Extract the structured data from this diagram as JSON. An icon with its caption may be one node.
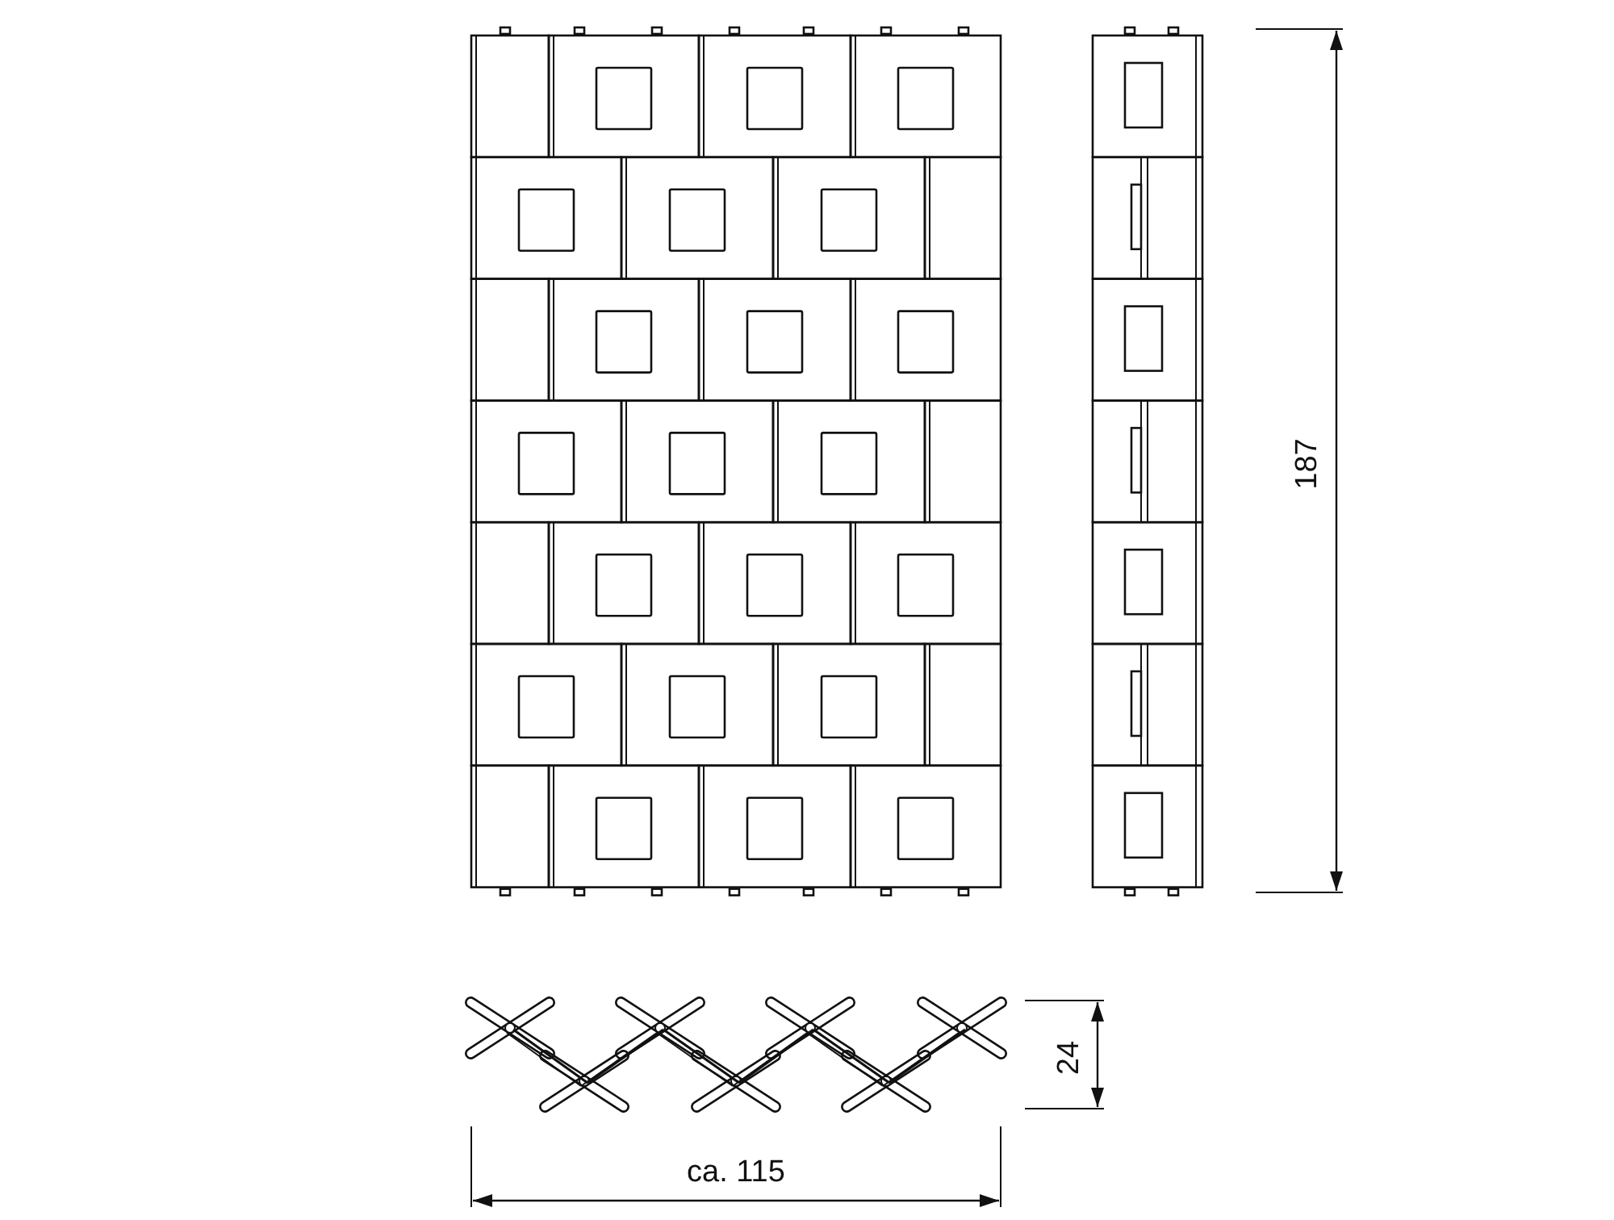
{
  "diagram": {
    "labels": [
      "187",
      "24",
      "ca. 115"
    ]
  }
}
